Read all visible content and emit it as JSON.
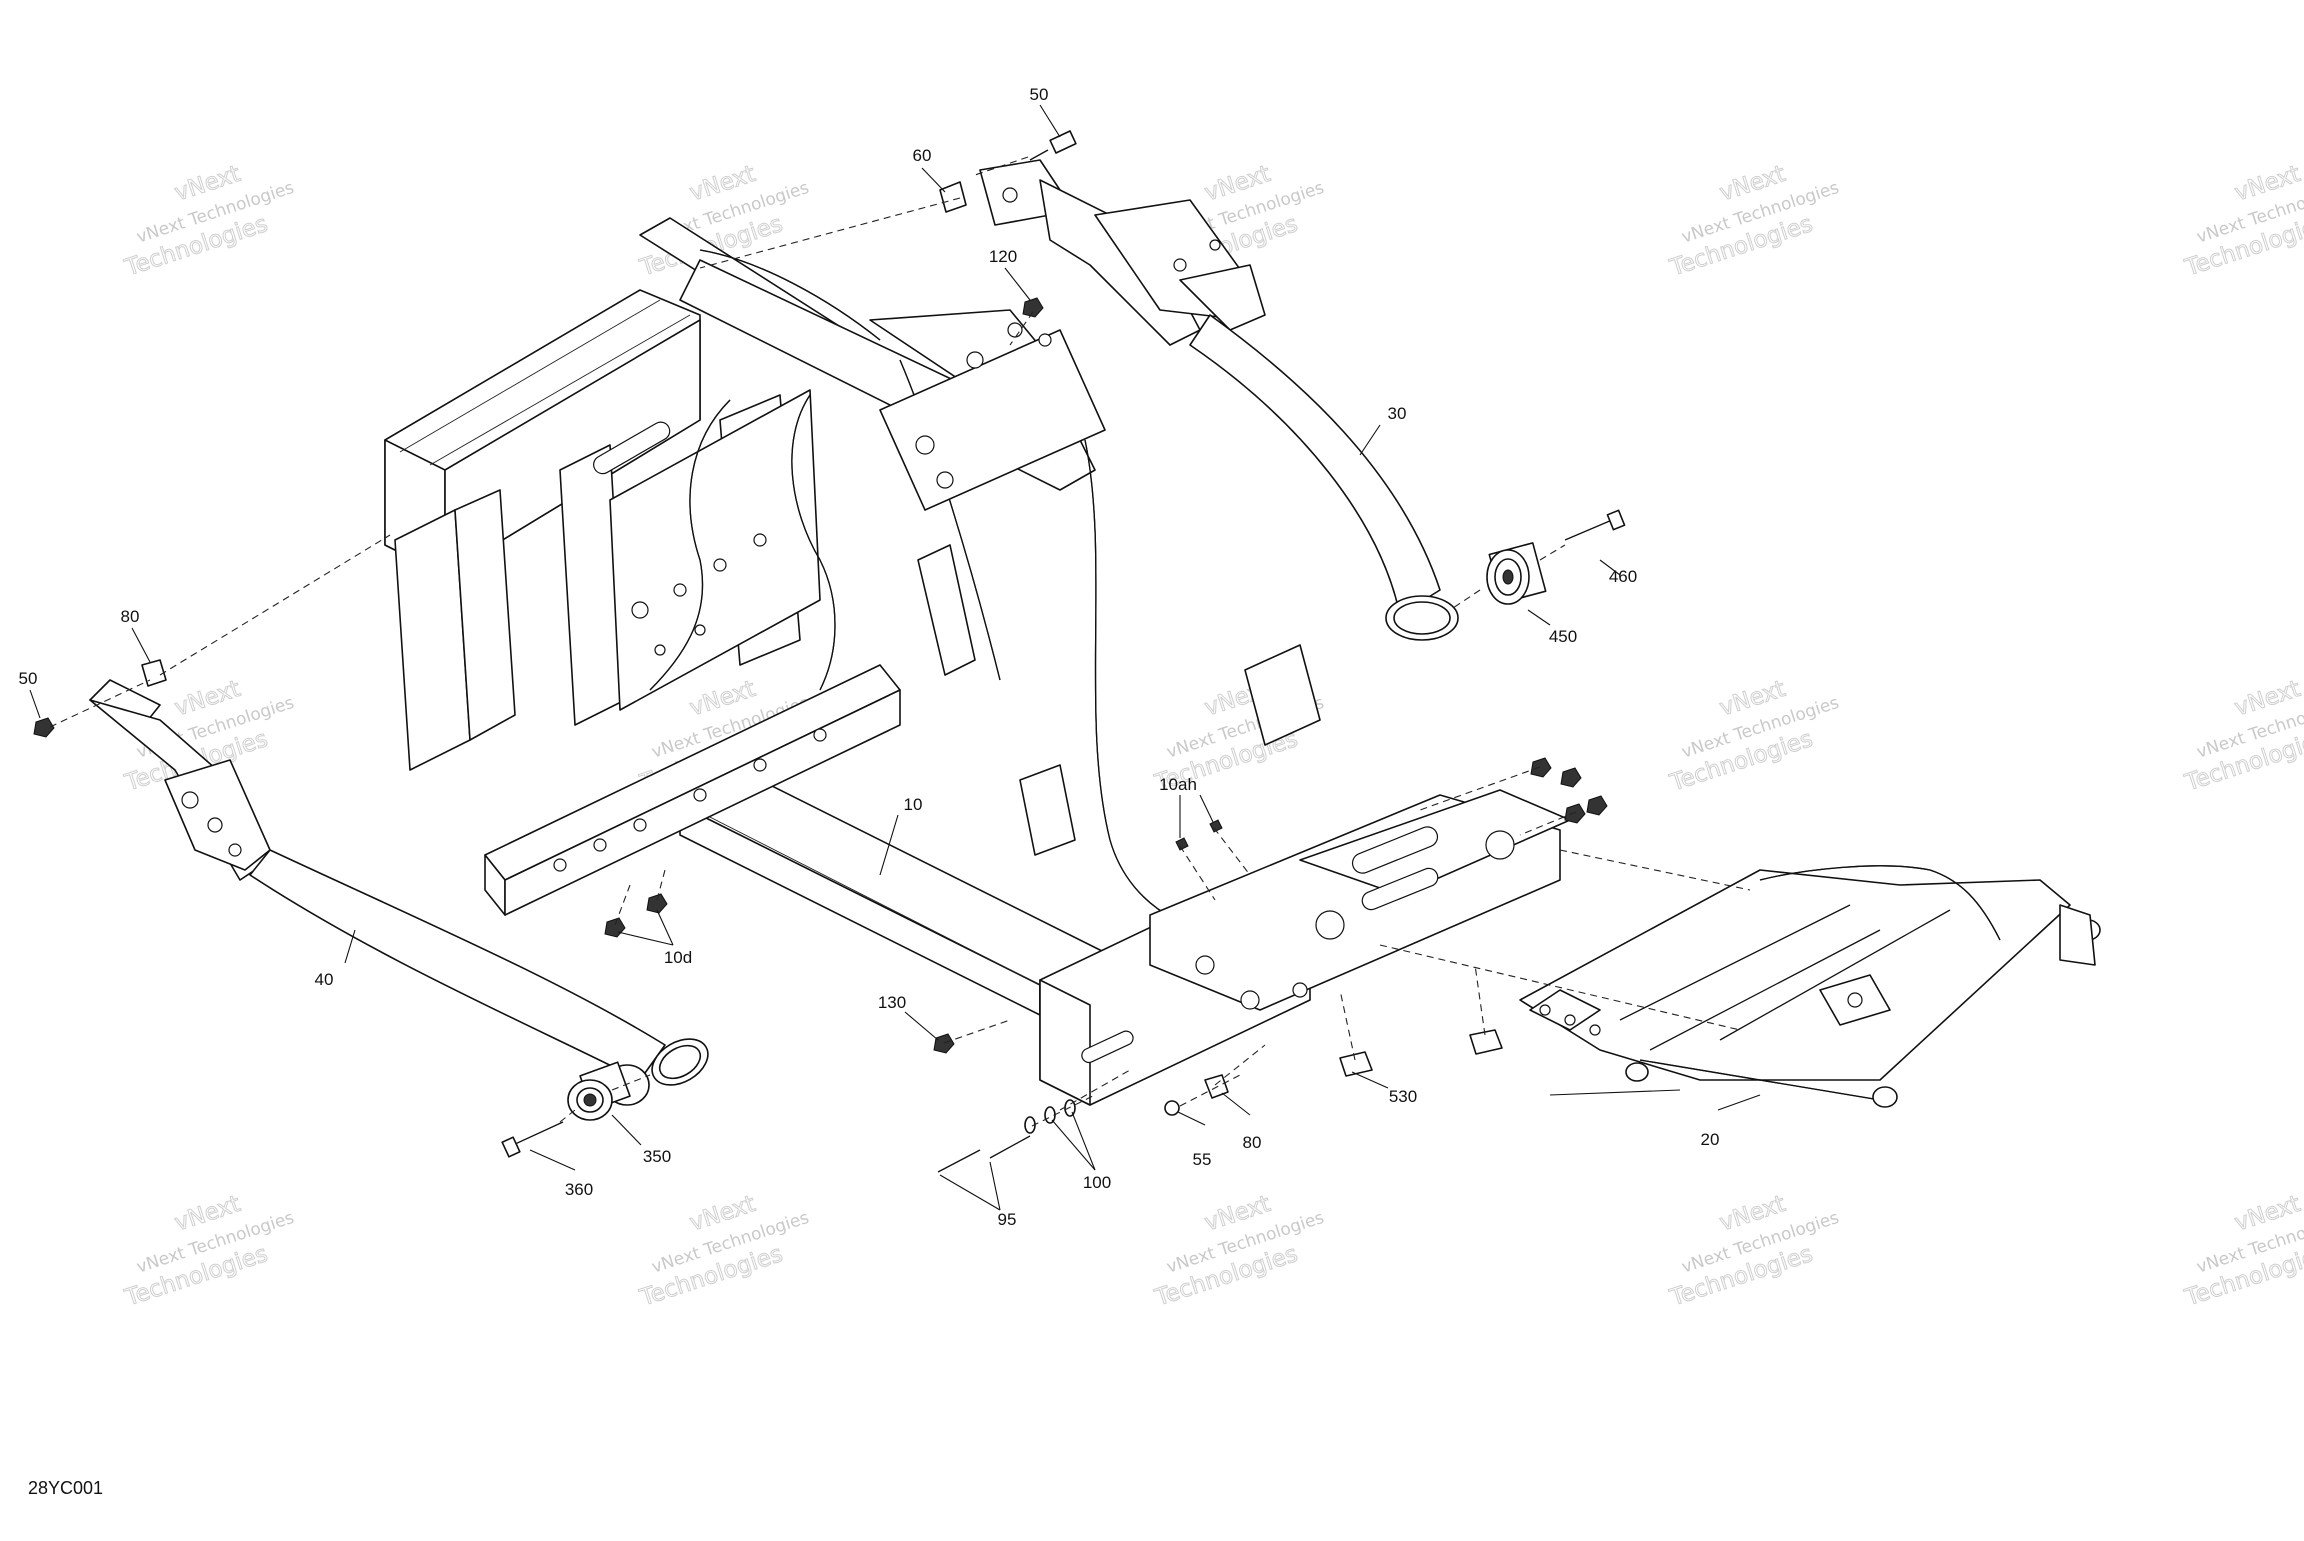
{
  "diagram": {
    "code": "28YC001",
    "parts": [
      {
        "id": "part-10",
        "label": "10"
      },
      {
        "id": "part-10ah",
        "label": "10ah"
      },
      {
        "id": "part-10d",
        "label": "10d"
      },
      {
        "id": "part-20",
        "label": "20"
      },
      {
        "id": "part-30",
        "label": "30"
      },
      {
        "id": "part-40",
        "label": "40"
      },
      {
        "id": "part-50-top",
        "label": "50"
      },
      {
        "id": "part-50-left",
        "label": "50"
      },
      {
        "id": "part-55",
        "label": "55"
      },
      {
        "id": "part-60",
        "label": "60"
      },
      {
        "id": "part-80-top",
        "label": "80"
      },
      {
        "id": "part-80-left",
        "label": "80"
      },
      {
        "id": "part-95",
        "label": "95"
      },
      {
        "id": "part-100",
        "label": "100"
      },
      {
        "id": "part-120",
        "label": "120"
      },
      {
        "id": "part-130",
        "label": "130"
      },
      {
        "id": "part-350",
        "label": "350"
      },
      {
        "id": "part-360",
        "label": "360"
      },
      {
        "id": "part-450",
        "label": "450"
      },
      {
        "id": "part-460",
        "label": "460"
      },
      {
        "id": "part-530",
        "label": "530"
      }
    ]
  },
  "watermark": {
    "line1": "vNext Technologies",
    "line2": "Technologies",
    "line3": "vNext"
  }
}
